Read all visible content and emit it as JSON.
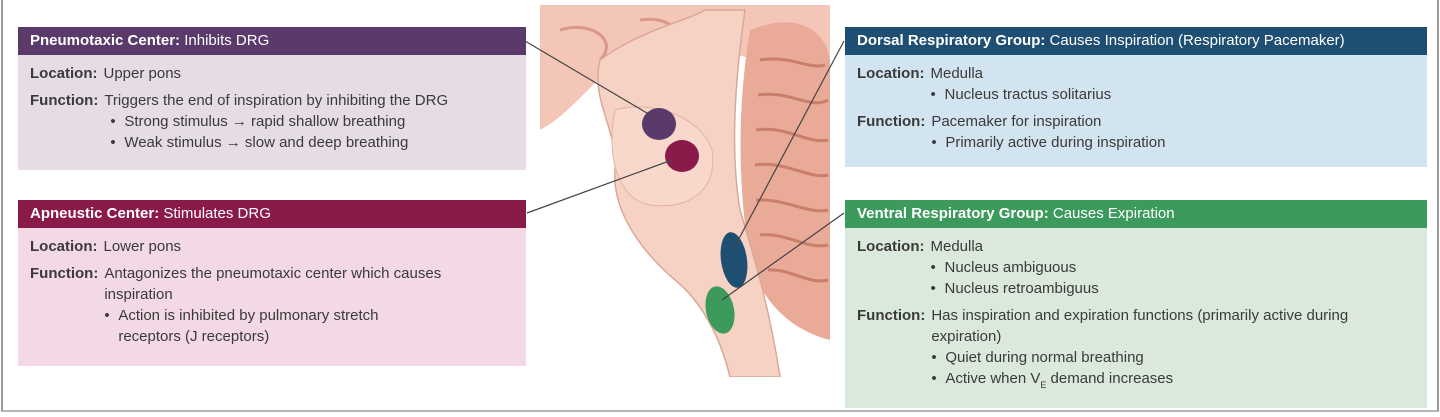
{
  "accent_colors": {
    "pneumotaxic": "#5a3a6b",
    "apneustic": "#8a1a4a",
    "dorsal": "#1f4e73",
    "ventral": "#3c9a5c"
  },
  "pneumotaxic": {
    "title_strong": "Pneumotaxic Center:",
    "title_rest": " Inhibits DRG",
    "location_label": "Location:",
    "location_value": "Upper pons",
    "function_label": "Function:",
    "function_value": "Triggers the end of inspiration by inhibiting the DRG",
    "bullets": [
      "Strong stimulus → rapid shallow breathing",
      "Weak stimulus → slow and deep breathing"
    ]
  },
  "apneustic": {
    "title_strong": "Apneustic Center:",
    "title_rest": " Stimulates DRG",
    "location_label": "Location:",
    "location_value": "Lower pons",
    "function_label": "Function:",
    "function_value": "Antagonizes the pneumotaxic center which causes inspiration",
    "bullets": [
      "Action is inhibited by pulmonary stretch receptors (J receptors)"
    ]
  },
  "dorsal": {
    "title_strong": "Dorsal Respiratory Group:",
    "title_rest": " Causes Inspiration (Respiratory Pacemaker)",
    "location_label": "Location:",
    "location_value": "Medulla",
    "location_bullets": [
      "Nucleus tractus solitarius"
    ],
    "function_label": "Function:",
    "function_value": "Pacemaker for inspiration",
    "function_bullets": [
      "Primarily active during inspiration"
    ]
  },
  "ventral": {
    "title_strong": "Ventral Respiratory Group:",
    "title_rest": " Causes Expiration",
    "location_label": "Location:",
    "location_value": "Medulla",
    "location_bullets": [
      "Nucleus ambiguous",
      "Nucleus retroambiguus"
    ],
    "function_label": "Function:",
    "function_value": "Has inspiration and expiration functions (primarily active during expiration)",
    "function_bullets": [
      "Quiet during normal breathing"
    ],
    "last_bullet_pre": "Active when V",
    "last_bullet_sub": "E",
    "last_bullet_post": " demand increases"
  }
}
